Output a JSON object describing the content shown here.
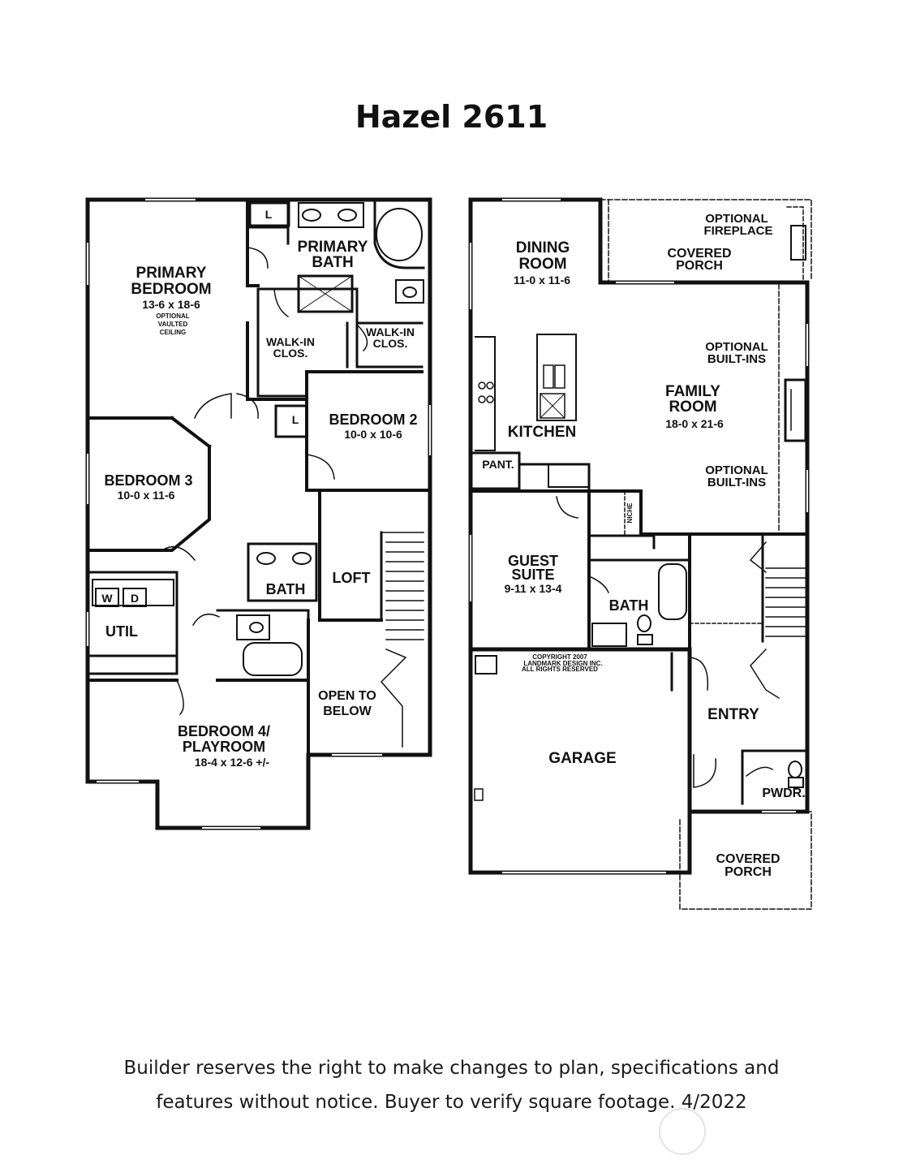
{
  "title": "Hazel 2611",
  "upper_floor": {
    "primary_bedroom": [
      "PRIMARY",
      "BEDROOM",
      "13-6 x 18-6"
    ],
    "optional_vaulted_ceiling": [
      "OPTIONAL",
      "VAULTED",
      "CEILING"
    ],
    "primary_bath": [
      "PRIMARY",
      "BATH"
    ],
    "walk_in_closet_1": [
      "WALK-IN",
      "CLOS."
    ],
    "walk_in_closet_2": [
      "WALK-IN",
      "CLOS."
    ],
    "linen_1": "L",
    "linen_2": "L",
    "bedroom_2": [
      "BEDROOM 2",
      "10-0 x 10-6"
    ],
    "bedroom_3": [
      "BEDROOM 3",
      "10-0 x 11-6"
    ],
    "washer": "W",
    "dryer": "D",
    "util": "UTIL",
    "bath": "BATH",
    "loft": "LOFT",
    "open_to_below": [
      "OPEN TO",
      "BELOW"
    ],
    "bedroom_4": [
      "BEDROOM 4/",
      "PLAYROOM",
      "18-4 x 12-6 +/-"
    ]
  },
  "main_floor": {
    "dining_room": [
      "DINING",
      "ROOM",
      "11-0 x 11-6"
    ],
    "optional_fireplace": [
      "OPTIONAL",
      "FIREPLACE"
    ],
    "covered_porch_rear": [
      "COVERED",
      "PORCH"
    ],
    "optional_built_ins_1": [
      "OPTIONAL",
      "BUILT-INS"
    ],
    "family_room": [
      "FAMILY",
      "ROOM",
      "18-0 x 21-6"
    ],
    "kitchen": "KITCHEN",
    "pantry": "PANT.",
    "optional_built_ins_2": [
      "OPTIONAL",
      "BUILT-INS"
    ],
    "niche": "NICHE",
    "guest_suite": [
      "GUEST",
      "SUITE",
      "9-11 x 13-4"
    ],
    "bath": "BATH",
    "copyright": [
      "COPYRIGHT 2007",
      "LANDMARK DESIGN INC.",
      "ALL RIGHTS RESERVED"
    ],
    "garage": "GARAGE",
    "entry": "ENTRY",
    "powder": "PWDR.",
    "covered_porch_front": [
      "COVERED",
      "PORCH"
    ]
  },
  "disclaimer": [
    "Builder reserves the right to make changes to plan, specifications and",
    "features without notice. Buyer to verify square footage. 4/2022"
  ]
}
